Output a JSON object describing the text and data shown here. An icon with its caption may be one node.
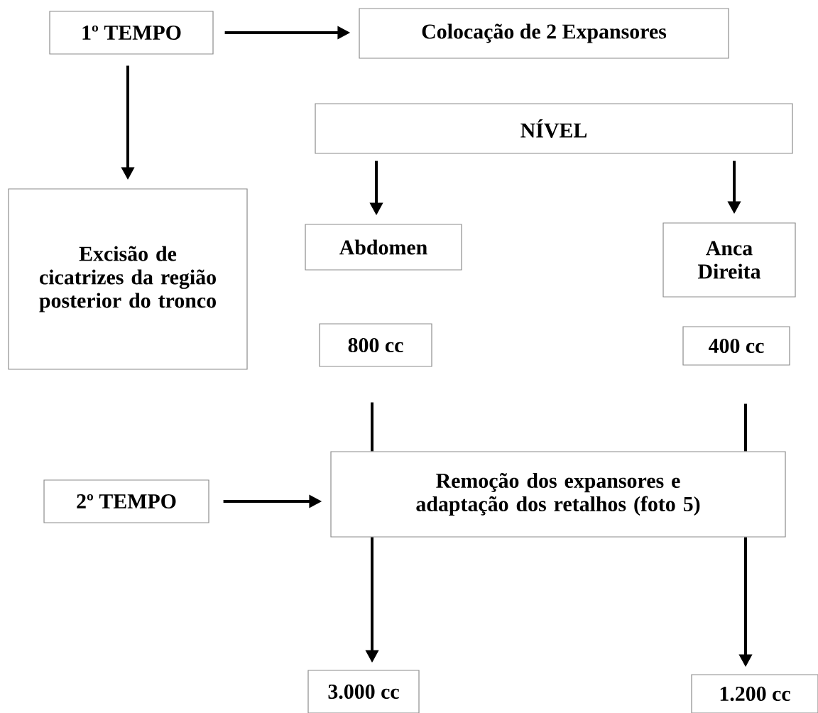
{
  "diagram": {
    "nodes": [
      {
        "text": [
          "1º TEMPO"
        ]
      },
      {
        "text": [
          "Colocação de 2 Expansores"
        ]
      },
      {
        "text": [
          "NÍVEL"
        ]
      },
      {
        "text": [
          "Excisão de cicatrizes da região posterior do tronco"
        ]
      },
      {
        "text": [
          "Abdomen"
        ]
      },
      {
        "text": [
          "Anca Direita"
        ]
      },
      {
        "text": [
          "800 cc"
        ]
      },
      {
        "text": [
          "400 cc"
        ]
      },
      {
        "text": [
          "2º TEMPO"
        ]
      },
      {
        "text": [
          "Remoção dos expansores e adaptação dos retalhos (foto 5)"
        ]
      },
      {
        "text": [
          "3.000 cc"
        ]
      },
      {
        "text": [
          "1.200 cc"
        ]
      }
    ],
    "edges": [
      {
        "from": 0,
        "to": 1,
        "arrow": "to"
      },
      {
        "from": 0,
        "to": 3,
        "arrow": "to"
      },
      {
        "from": 2,
        "to": 4,
        "arrow": "to"
      },
      {
        "from": 2,
        "to": 5,
        "arrow": "to"
      },
      {
        "from": 6,
        "to": 9,
        "arrow": "none"
      },
      {
        "from": 7,
        "to": 9,
        "arrow": "none"
      },
      {
        "from": 8,
        "to": 9,
        "arrow": "to"
      },
      {
        "from": 9,
        "to": 10,
        "arrow": "to"
      },
      {
        "from": 9,
        "to": 11,
        "arrow": "to"
      }
    ]
  }
}
